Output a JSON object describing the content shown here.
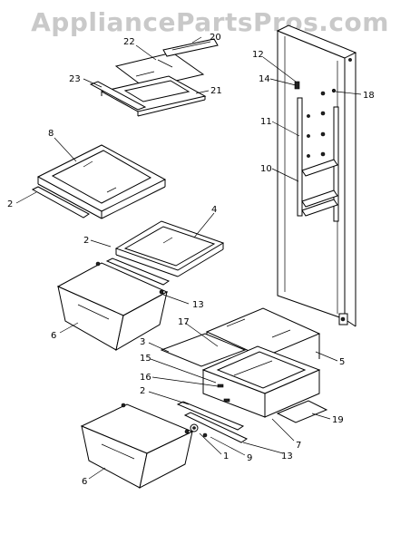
{
  "watermark": "AppliancePartsPros.com",
  "callouts": {
    "c20": "20",
    "c22": "22",
    "c23": "23",
    "c21": "21",
    "c12": "12",
    "c14": "14",
    "c18": "18",
    "c11": "11",
    "c10": "10",
    "c8": "8",
    "c2a": "2",
    "c4": "4",
    "c2b": "2",
    "c13a": "13",
    "c6a": "6",
    "c17": "17",
    "c3": "3",
    "c5": "5",
    "c15": "15",
    "c16": "16",
    "c2c": "2",
    "c19": "19",
    "c7": "7",
    "c1": "1",
    "c9": "9",
    "c13b": "13",
    "c6b": "6"
  }
}
